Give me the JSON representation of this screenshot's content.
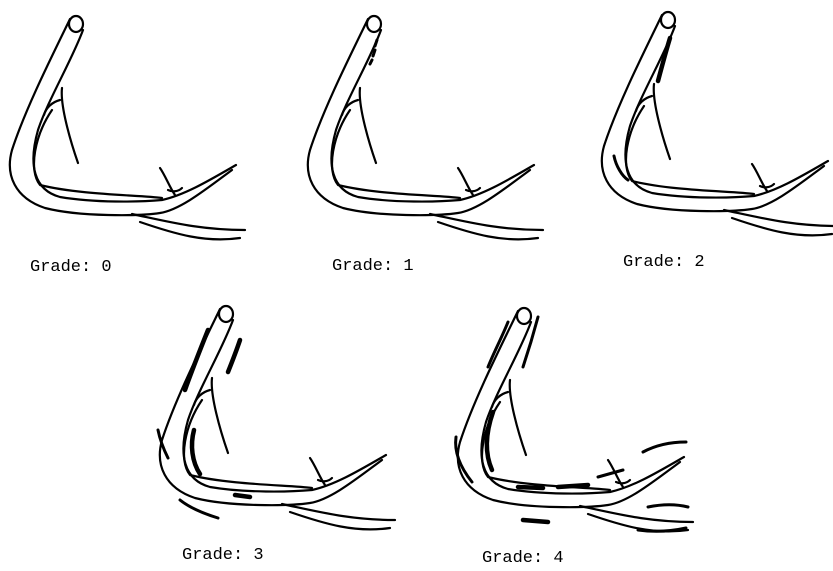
{
  "figure": {
    "panels": [
      {
        "grade_label": "Grade: 0",
        "lesion_severity": "none"
      },
      {
        "grade_label": "Grade: 1",
        "lesion_severity": "minimal"
      },
      {
        "grade_label": "Grade: 2",
        "lesion_severity": "mild"
      },
      {
        "grade_label": "Grade: 3",
        "lesion_severity": "moderate"
      },
      {
        "grade_label": "Grade: 4",
        "lesion_severity": "severe"
      }
    ],
    "stroke_color": "#000000",
    "background_color": "#ffffff"
  }
}
